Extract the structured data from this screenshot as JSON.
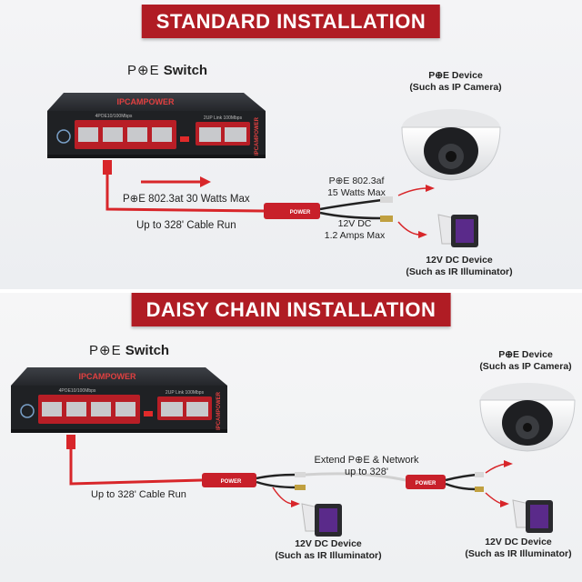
{
  "standard": {
    "banner": "STANDARD INSTALLATION",
    "switch_title_poe": "P⊕E",
    "switch_title_word": "Switch",
    "brand": "IPCAMPOWER",
    "port_label_left": "4POE10/100Mbps",
    "port_label_right": "2UP Link 100Mbps",
    "poe_budget": "P⊕E 802.3at 30 Watts Max",
    "cable_run": "Up to 328' Cable Run",
    "splitter_in_1": "P⊕E 802.3af",
    "splitter_in_2": "15 Watts Max",
    "dc_out_1": "12V DC",
    "dc_out_2": "1.2 Amps Max",
    "poe_device_1": "P⊕E Device",
    "poe_device_2": "(Such as IP Camera)",
    "dc_device_1": "12V DC Device",
    "dc_device_2": "(Such as IR Illuminator)",
    "splitter_brand": "POWER"
  },
  "daisy": {
    "banner": "DAISY CHAIN INSTALLATION",
    "switch_title_poe": "P⊕E",
    "switch_title_word": "Switch",
    "brand": "IPCAMPOWER",
    "port_label_left": "4POE10/100Mbps",
    "port_label_right": "2UP Link 100Mbps",
    "cable_run": "Up to 328' Cable Run",
    "extend_1": "Extend P⊕E & Network",
    "extend_2": "up to 328'",
    "poe_device_1": "P⊕E Device",
    "poe_device_2": "(Such as IP Camera)",
    "dc_device_left_1": "12V DC Device",
    "dc_device_left_2": "(Such as IR Illuminator)",
    "dc_device_right_1": "12V DC Device",
    "dc_device_right_2": "(Such as IR Illuminator)",
    "splitter_brand": "POWER"
  },
  "colors": {
    "accent_red": "#b01c24",
    "cable_red": "#d8262a",
    "switch_body": "#2a2c30"
  }
}
